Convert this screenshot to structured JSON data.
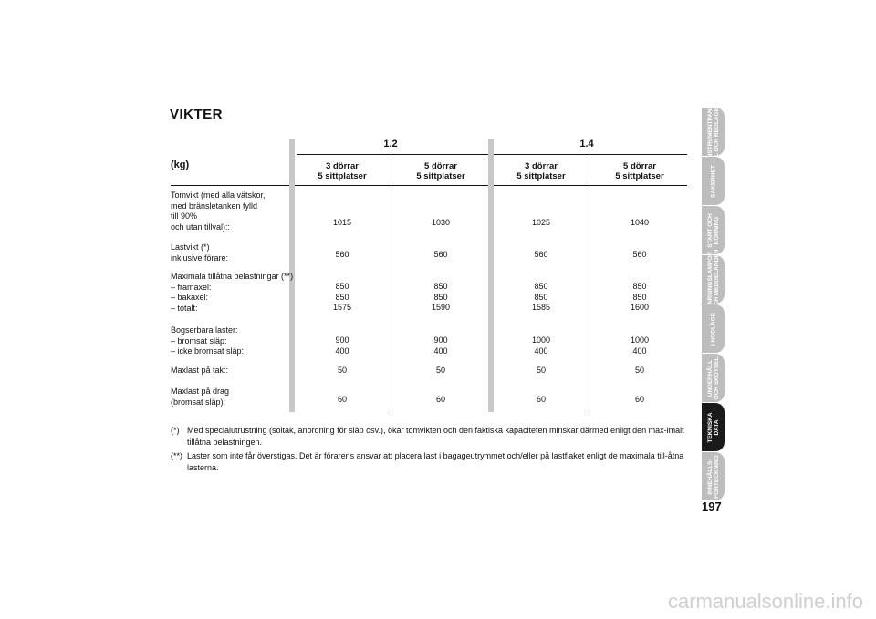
{
  "title": "VIKTER",
  "unit_label": "(kg)",
  "engines": [
    "1.2",
    "1.4"
  ],
  "columns": [
    {
      "line1": "3 dörrar",
      "line2": "5 sittplatser"
    },
    {
      "line1": "5 dörrar",
      "line2": "5 sittplatser"
    },
    {
      "line1": "3 dörrar",
      "line2": "5 sittplatser"
    },
    {
      "line1": "5 dörrar",
      "line2": "5 sittplatser"
    }
  ],
  "rows": [
    {
      "label": "Tomvikt (med alla vätskor,\nmed bränsletanken fylld\ntill 90%\noch utan tillval)::",
      "values": [
        "1015",
        "1030",
        "1025",
        "1040"
      ]
    },
    {
      "label": "Lastvikt (*)\ninklusive förare:",
      "values": [
        "560",
        "560",
        "560",
        "560"
      ]
    },
    {
      "label": "Maximala tillåtna belastningar (**)\n– framaxel:\n– bakaxel:\n– totalt:",
      "values": [
        "850\n850\n1575",
        "850\n850\n1590",
        "850\n850\n1585",
        "850\n850\n1600"
      ]
    },
    {
      "label": "Bogserbara laster:\n– bromsat släp:\n– icke bromsat släp:",
      "values": [
        "900\n400",
        "900\n400",
        "1000\n400",
        "1000\n400"
      ]
    },
    {
      "label": "Maxlast på tak::",
      "values": [
        "50",
        "50",
        "50",
        "50"
      ]
    },
    {
      "label": "Maxlast på drag\n(bromsat släp):",
      "values": [
        "60",
        "60",
        "60",
        "60"
      ]
    }
  ],
  "notes": [
    {
      "marker": "(*)",
      "text": "Med specialutrustning (soltak, anordning för släp osv.), ökar tomvikten och den faktiska kapaciteten minskar därmed enligt den max-imalt tillåtna belastningen."
    },
    {
      "marker": "(**)",
      "text": "Laster som inte får överstigas. Det är förarens ansvar att placera last i bagageutrymmet och/eller på lastflaket enligt de maximala till-åtna lasterna."
    }
  ],
  "side_tabs": [
    {
      "label": "INSTRUMENTPANE\nL OCH REGLAGE",
      "active": false
    },
    {
      "label": "SÄKERHET",
      "active": false
    },
    {
      "label": "START OCH\nKÖRNING",
      "active": false
    },
    {
      "label": "VARNINGSLAMPOR\nOCH MEDDELANDEN",
      "active": false
    },
    {
      "label": "I NÖDLÄGE",
      "active": false
    },
    {
      "label": "UNDERHÅLL\nOCH SKÖTSEL",
      "active": false
    },
    {
      "label": "TEKNISKA\nDATA",
      "active": true
    },
    {
      "label": "INNEHÅLLS-\nFÖRTECKNING",
      "active": false
    }
  ],
  "page_number": "197",
  "watermark": "carmanualsonline.info"
}
